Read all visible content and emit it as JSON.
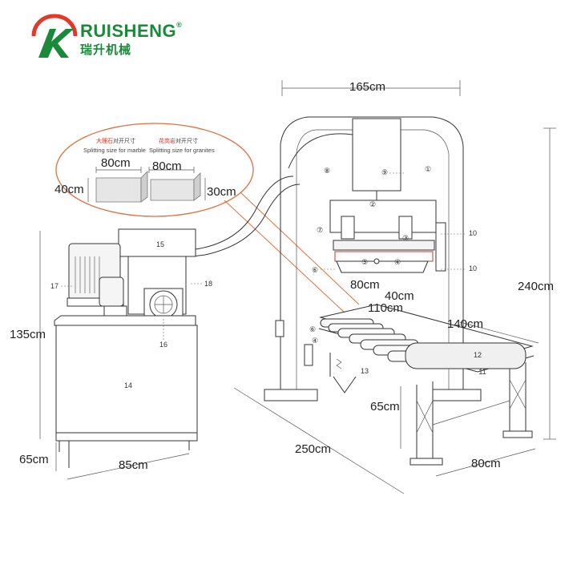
{
  "brand": {
    "name": "RUISHENG",
    "name_cn": "瑞升机械",
    "registered_mark": "®",
    "color_primary": "#1a8a3a",
    "color_accent": "#e23a2a"
  },
  "callout": {
    "marble_cn": "大理石对开尺寸",
    "marble_cn_highlight": "大理石",
    "marble_cn_rest": "对开尺寸",
    "marble_en": "Splitting size for marble",
    "granite_cn_highlight": "花岗岩",
    "granite_cn_rest": "对开尺寸",
    "granite_en": "Splitting size for granites",
    "marble_width": "80cm",
    "marble_height": "40cm",
    "granite_width": "80cm",
    "granite_height": "30cm",
    "highlight_color": "#e0301e"
  },
  "dimensions": {
    "top_width": "165cm",
    "total_height": "240cm",
    "tank_height": "135cm",
    "tank_base": "65cm",
    "tank_width": "85cm",
    "machine_depth": "250cm",
    "conveyor_width": "80cm",
    "conveyor_length": "140cm",
    "table_height": "65cm",
    "blade_length": "80cm",
    "blade_gap": "40cm",
    "roller_width": "110cm"
  },
  "part_numbers": {
    "n1": "①",
    "n2": "②",
    "n3": "③",
    "n4": "④",
    "n5": "⑤",
    "n6": "⑥",
    "n7": "⑦",
    "n8": "⑧",
    "n9": "⑨",
    "n10": "10",
    "n11": "11",
    "n12": "12",
    "n13": "13",
    "n14": "14",
    "n15": "15",
    "n16": "16",
    "n17": "17",
    "n18": "18"
  }
}
